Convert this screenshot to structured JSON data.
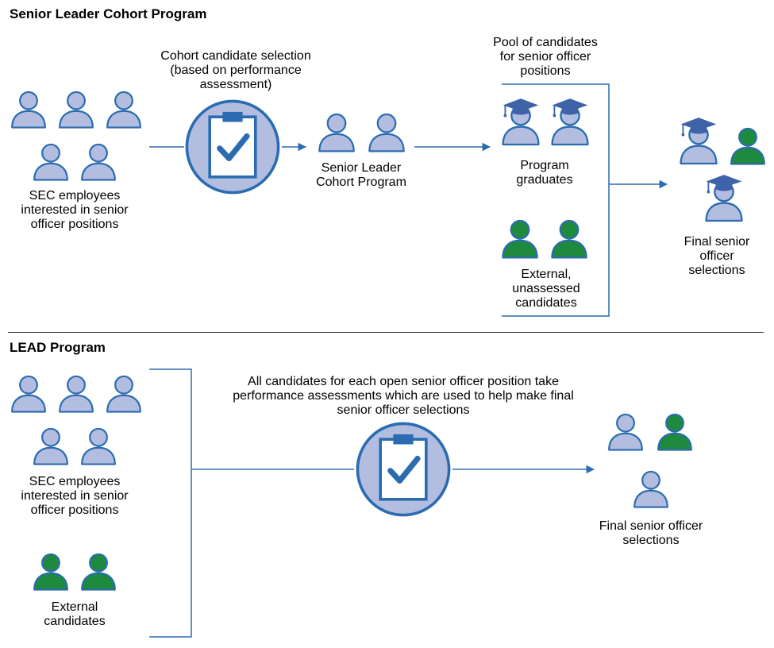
{
  "colors": {
    "person_blue_fill": "#b3bde0",
    "person_blue_stroke": "#2b6cb0",
    "person_green_fill": "#1e8a3e",
    "person_green_stroke": "#2b6cb0",
    "cap": "#3f63a9",
    "arrow": "#2b6cb0",
    "assessment_circle_fill": "#b3bde0",
    "clipboard_check": "#2b6cb0"
  },
  "cohort": {
    "title": "Senior Leader Cohort Program",
    "employees_label": "SEC employees interested in senior officer positions",
    "selection_label": "Cohort candidate selection (based on performance assessment)",
    "program_label": "Senior Leader Cohort Program",
    "pool_label": "Pool of candidates for senior officer positions",
    "graduates_label": "Program graduates",
    "external_label": "External, unassessed candidates",
    "final_label": "Final senior officer selections"
  },
  "lead": {
    "title": "LEAD Program",
    "employees_label": "SEC employees interested in senior officer positions",
    "external_label": "External candidates",
    "assessment_label": "All candidates for each open senior officer position take performance assessments which are used to help make final senior officer selections",
    "final_label": "Final senior officer selections"
  }
}
